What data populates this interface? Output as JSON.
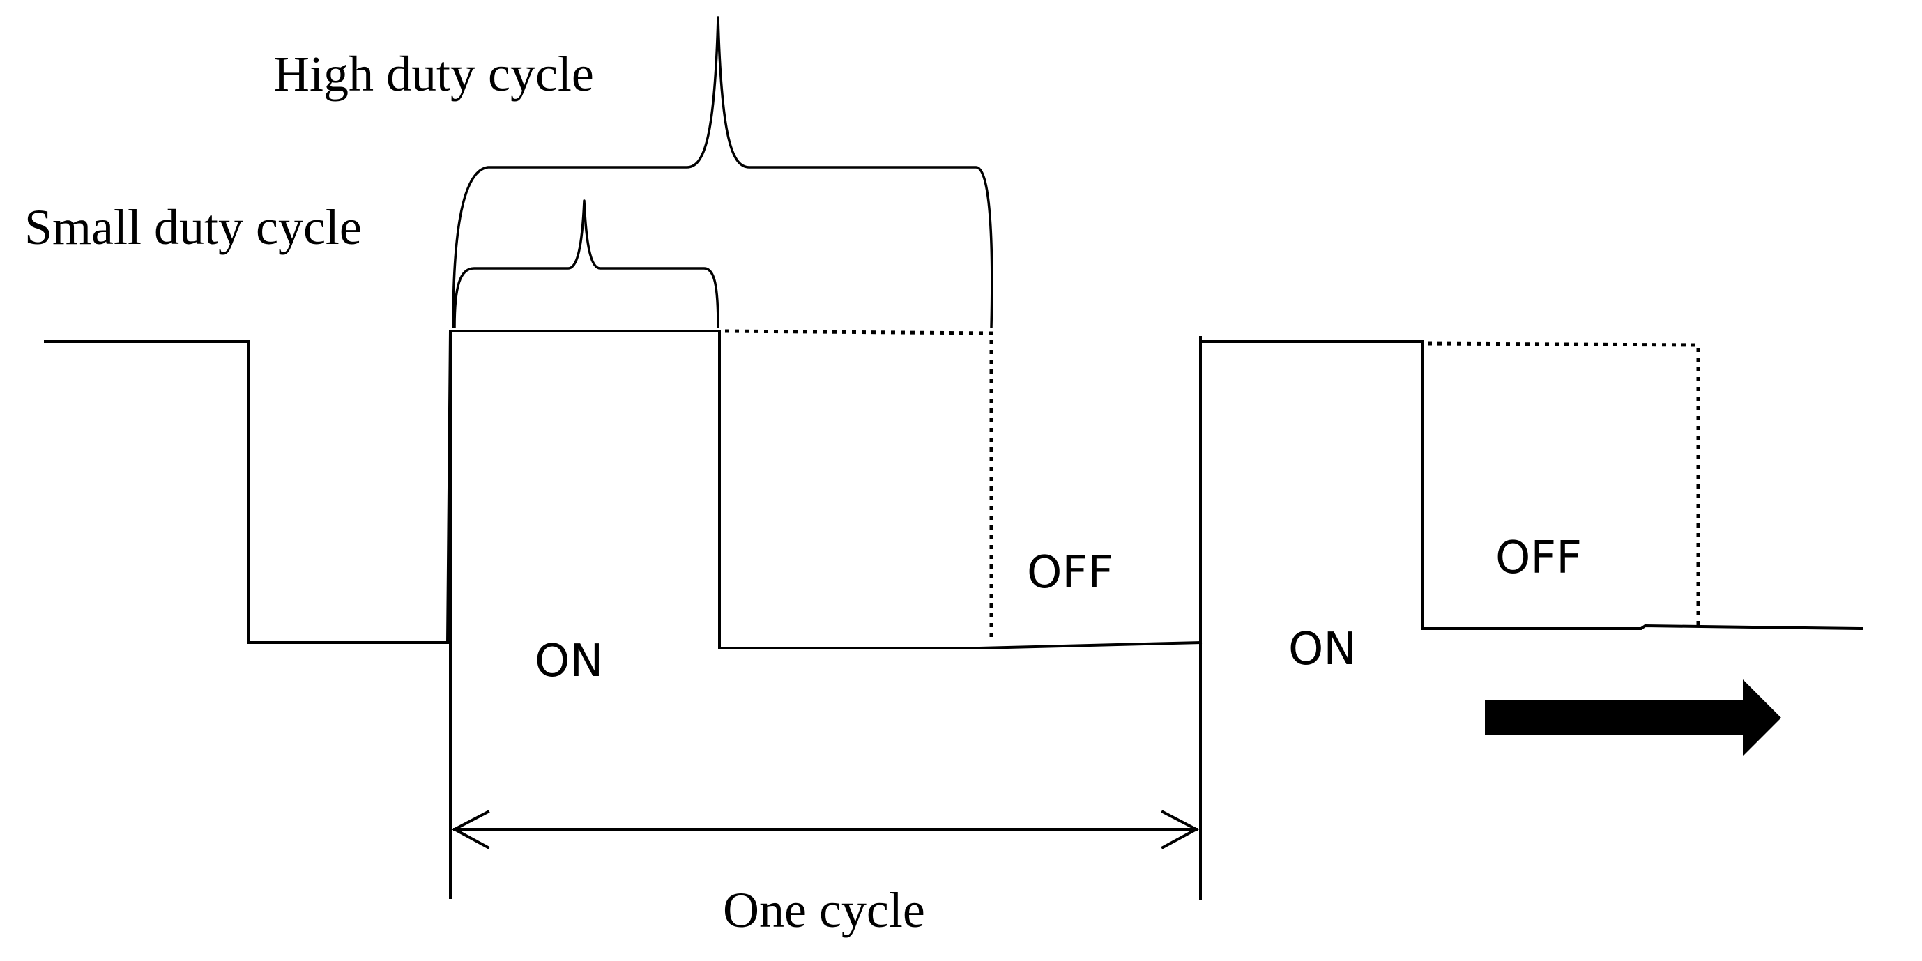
{
  "labels": {
    "high_duty_cycle": "High duty cycle",
    "small_duty_cycle": "Small duty cycle",
    "on_1": "ON",
    "off_1": "OFF",
    "on_2": "ON",
    "off_2": "OFF",
    "one_cycle": "One cycle"
  },
  "colors": {
    "ink": "#000000",
    "background": "#ffffff"
  },
  "icons": {
    "direction": "right-arrow-icon"
  }
}
